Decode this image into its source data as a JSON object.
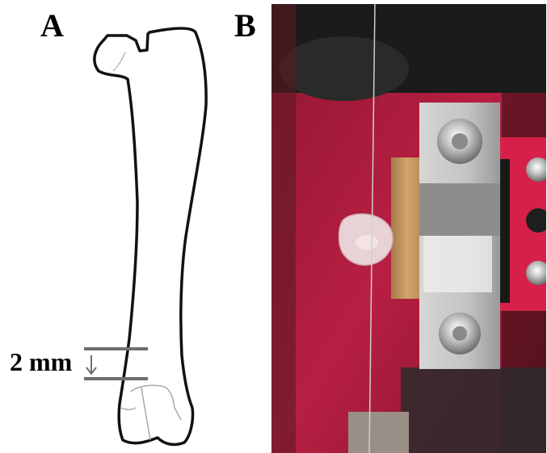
{
  "figure": {
    "panel_a_label": "A",
    "panel_b_label": "B",
    "measurement_label": "2 mm",
    "colors": {
      "bone_outline": "#111111",
      "measure_lines": "#6e6e6e",
      "background_red": "#b51d3d",
      "clamp_grey": "#bdbdbd",
      "wood": "#c89a63"
    }
  }
}
